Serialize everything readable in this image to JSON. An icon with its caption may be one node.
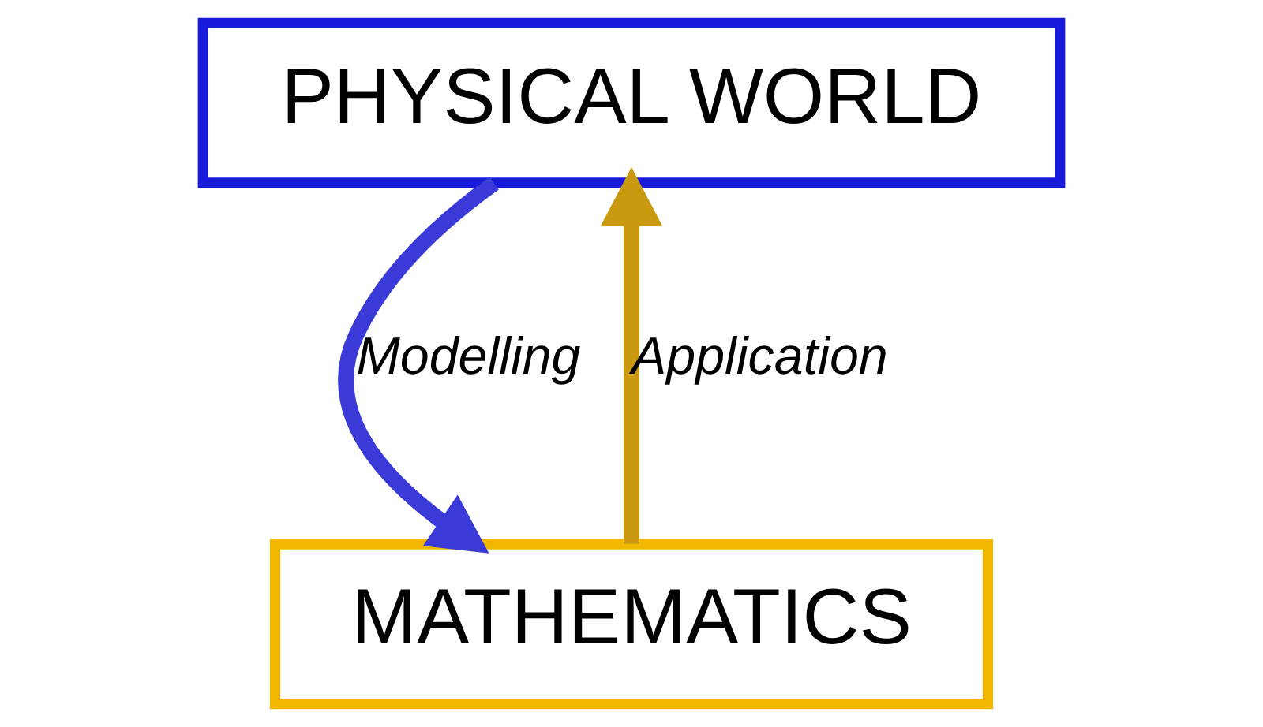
{
  "diagram": {
    "nodes": [
      {
        "text": [
          "PHYSICAL WORLD"
        ]
      },
      {
        "text": [
          "MATHEMATICS"
        ]
      }
    ],
    "edges": [
      {
        "from": 0,
        "to": 1,
        "arrow": "to",
        "label": "Modelling",
        "color": "#3a3ad8"
      },
      {
        "from": 1,
        "to": 0,
        "arrow": "to",
        "label": "Application",
        "color": "#c99a10"
      }
    ]
  }
}
